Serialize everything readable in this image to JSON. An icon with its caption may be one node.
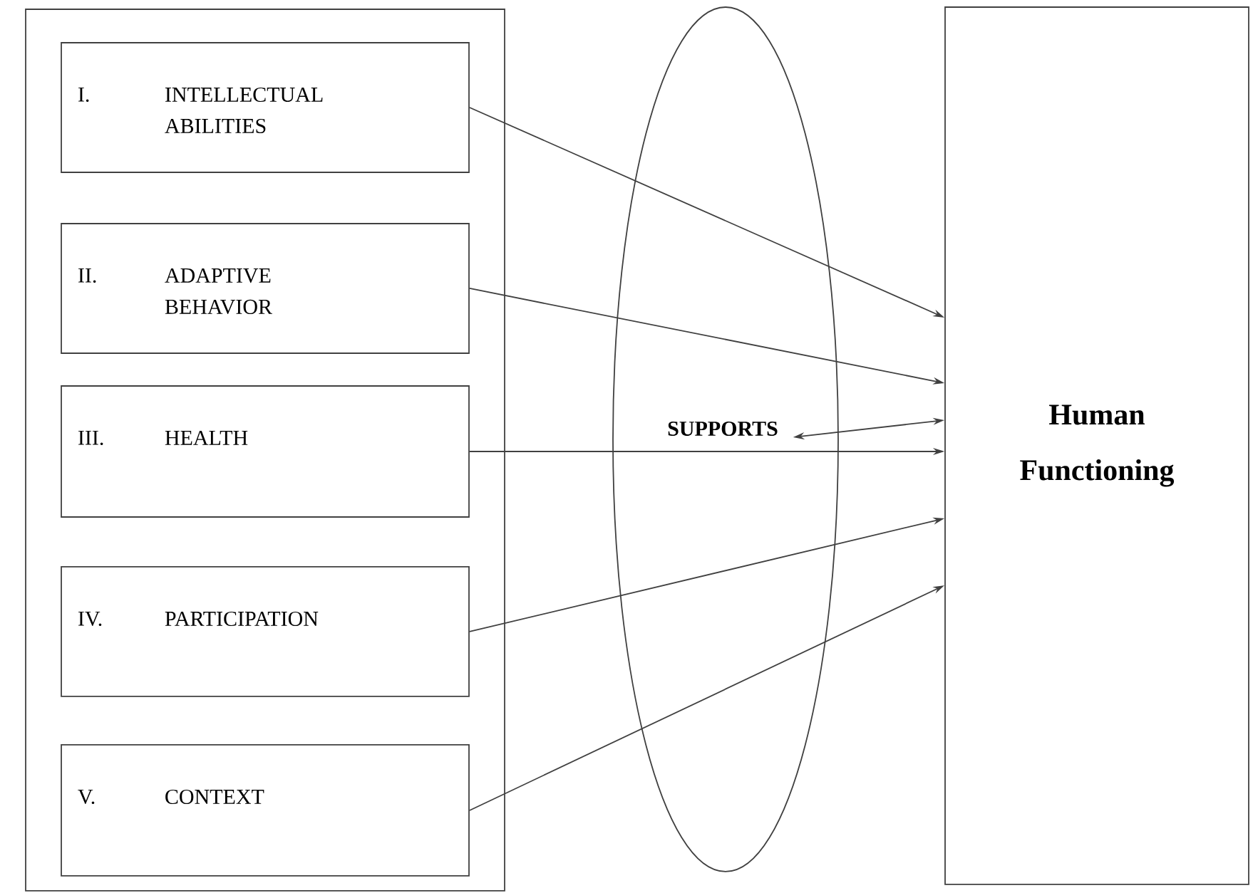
{
  "diagram": {
    "nodes": [
      {
        "text": [],
        "shape": "box"
      },
      {
        "text": [
          "I.",
          "INTELLECTUAL ABILITIES"
        ],
        "in": 0
      },
      {
        "text": [
          "II.",
          "ADAPTIVE BEHAVIOR"
        ],
        "in": 0
      },
      {
        "text": [
          "III.",
          "HEALTH"
        ],
        "in": 0
      },
      {
        "text": [
          "IV.",
          "PARTICIPATION"
        ],
        "in": 0
      },
      {
        "text": [
          "V.",
          "CONTEXT"
        ],
        "in": 0
      },
      {
        "text": [],
        "shape": "ellipse"
      },
      {
        "text": [
          "SUPPORTS"
        ],
        "in": 6
      },
      {
        "text": [
          "Human Functioning"
        ]
      }
    ],
    "edges": [
      {
        "from": 1,
        "to": 8,
        "arrow": "to"
      },
      {
        "from": 2,
        "to": 8,
        "arrow": "to"
      },
      {
        "from": 7,
        "to": 8,
        "arrow": "both"
      },
      {
        "from": 3,
        "to": 8,
        "arrow": "to"
      },
      {
        "from": 4,
        "to": 8,
        "arrow": "to"
      },
      {
        "from": 5,
        "to": 8,
        "arrow": "to"
      }
    ]
  }
}
